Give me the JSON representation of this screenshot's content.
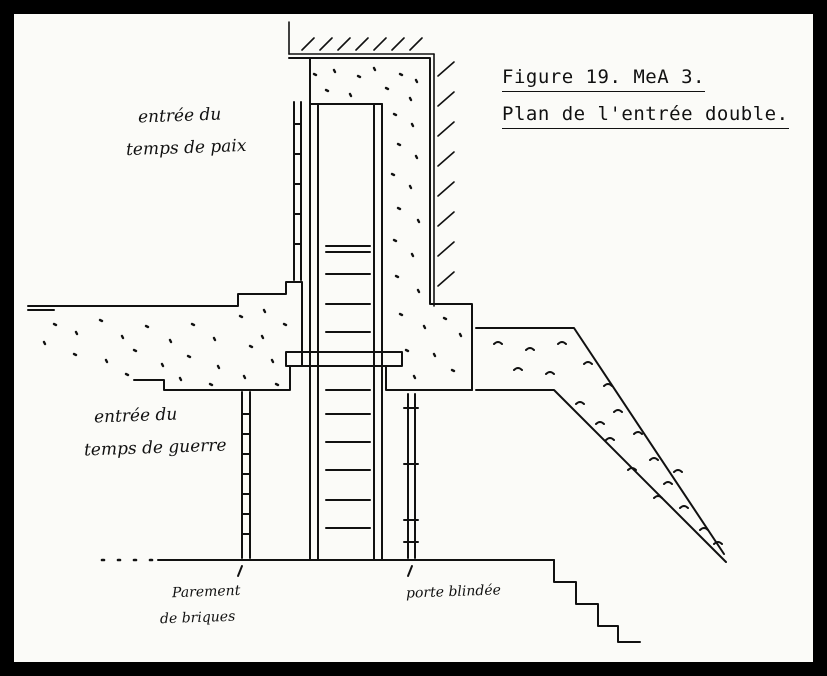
{
  "caption": {
    "line1": "Figure 19.  MeA 3.",
    "line2": "Plan de l'entrée double."
  },
  "labels": {
    "peace_entrance": [
      "entrée du",
      "temps de paix"
    ],
    "war_entrance": [
      "entrée du",
      "temps de guerre"
    ],
    "brick_facing": [
      "Parement",
      "de briques"
    ],
    "armored_door": "porte blindée"
  },
  "colors": {
    "ink": "#111111",
    "paper": "#fbfbf8",
    "border": "#000000"
  }
}
